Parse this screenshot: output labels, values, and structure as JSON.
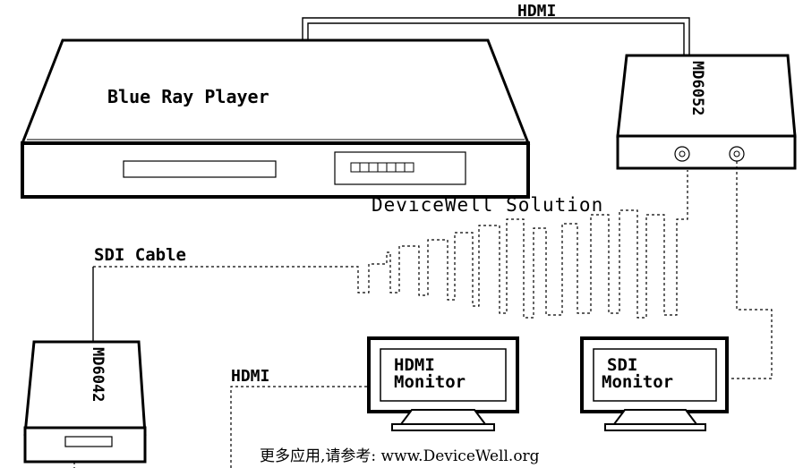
{
  "diagram": {
    "top_cable_label": "HDMI",
    "player_label": "Blue Ray Player",
    "converter_top_label": "MD6052",
    "watermark": "DeviceWell Solution",
    "sdi_cable_label": "SDI Cable",
    "converter_bottom_label": "MD6042",
    "bottom_cable_label": "HDMI",
    "monitor_hdmi": {
      "line1": "HDMI",
      "line2": "Monitor"
    },
    "monitor_sdi": {
      "line1": "SDI",
      "line2": "Monitor"
    },
    "footer": "更多应用,请参考: www.DeviceWell.org"
  }
}
